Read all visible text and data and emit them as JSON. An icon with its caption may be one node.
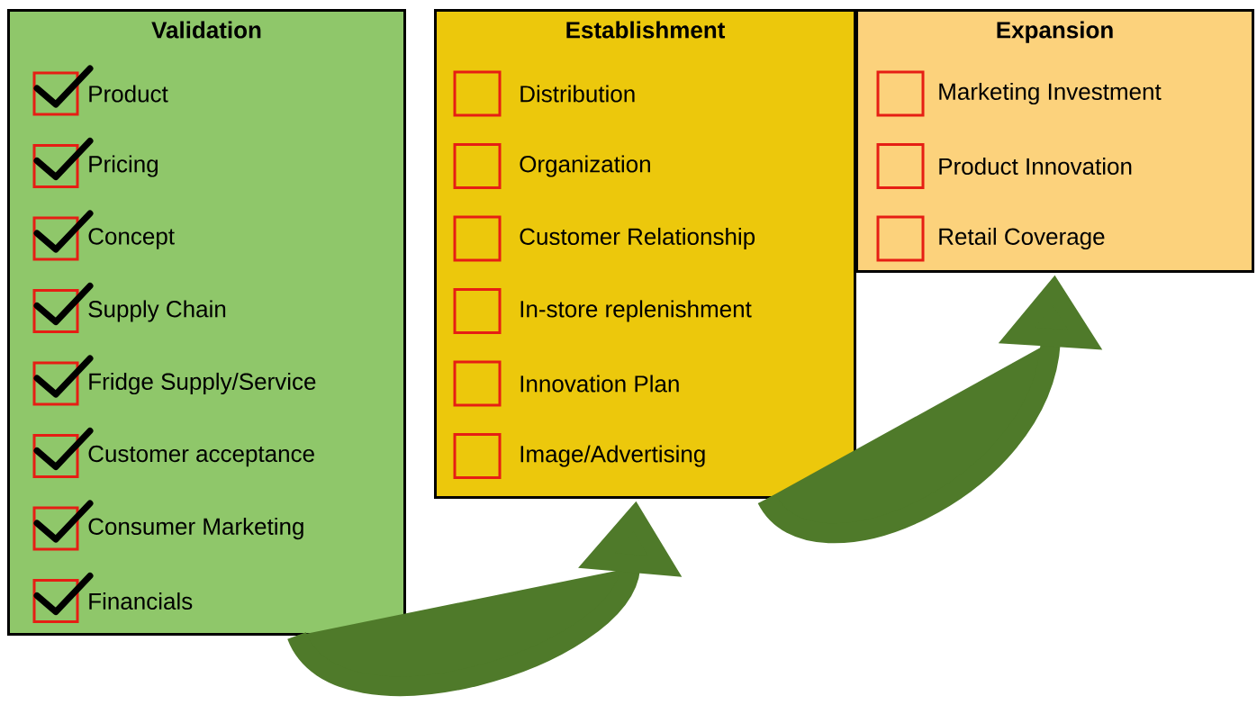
{
  "diagram": {
    "nodes": [
      {
        "text": [
          "Validation"
        ]
      },
      {
        "text": [
          "Product"
        ],
        "in": 0
      },
      {
        "text": [
          "Pricing"
        ],
        "in": 0
      },
      {
        "text": [
          "Concept"
        ],
        "in": 0
      },
      {
        "text": [
          "Supply Chain"
        ],
        "in": 0
      },
      {
        "text": [
          "Fridge Supply/Service"
        ],
        "in": 0
      },
      {
        "text": [
          "Customer acceptance"
        ],
        "in": 0
      },
      {
        "text": [
          "Consumer Marketing"
        ],
        "in": 0
      },
      {
        "text": [
          "Financials"
        ],
        "in": 0
      },
      {
        "text": [
          "Establishment"
        ]
      },
      {
        "text": [
          "Distribution"
        ],
        "in": 9
      },
      {
        "text": [
          "Organization"
        ],
        "in": 9
      },
      {
        "text": [
          "Customer Relationship"
        ],
        "in": 9
      },
      {
        "text": [
          "In-store replenishment"
        ],
        "in": 9
      },
      {
        "text": [
          "Innovation Plan"
        ],
        "in": 9
      },
      {
        "text": [
          "Image/Advertising"
        ],
        "in": 9
      },
      {
        "text": [
          "Expansion"
        ]
      },
      {
        "text": [
          "Marketing Investment"
        ],
        "in": 16
      },
      {
        "text": [
          "Product Innovation"
        ],
        "in": 16
      },
      {
        "text": [
          "Retail Coverage"
        ],
        "in": 16
      }
    ],
    "edges": [
      {
        "from": 0,
        "to": 9,
        "arrow": "to"
      },
      {
        "from": 9,
        "to": 16,
        "arrow": "to"
      }
    ]
  }
}
